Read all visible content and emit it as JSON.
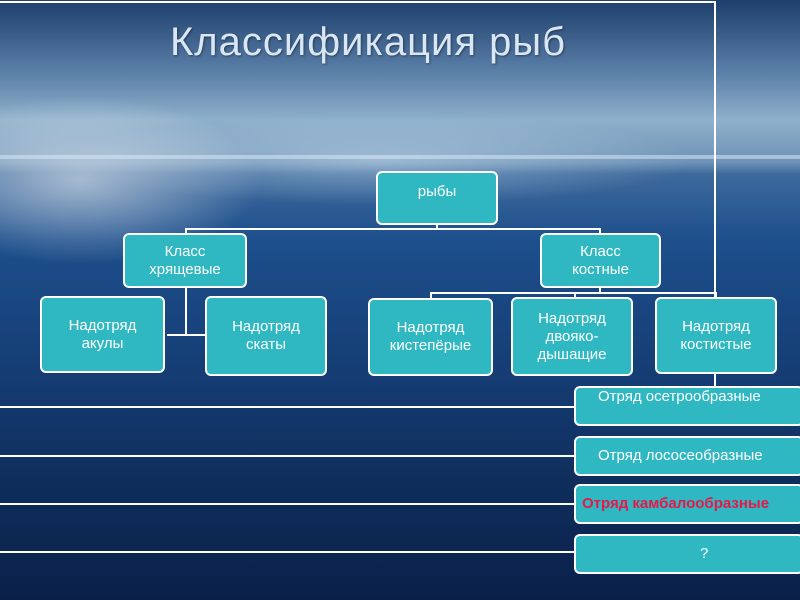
{
  "title": "Классификация рыб",
  "root": "рыбы",
  "classes": {
    "cartilaginous": "Класс\nхрящевые",
    "bony": "Класс\nкостные"
  },
  "superorders": {
    "sharks": "Надотряд\nакулы",
    "rays": "Надотряд\nскаты",
    "lobefin": "Надотряд\nкистепёрые",
    "lungfish": "Надотряд\nдвояко-\nдышащие",
    "teleost": "Надотряд\nкостистые"
  },
  "orders": [
    "Отряд осетрообразные",
    "Отряд лососеобразные",
    "Отряд камбалообразные",
    "?"
  ],
  "colors": {
    "node_fill": "#2fb8c2",
    "node_border": "#ffffff",
    "highlight_text": "#e8174a"
  }
}
